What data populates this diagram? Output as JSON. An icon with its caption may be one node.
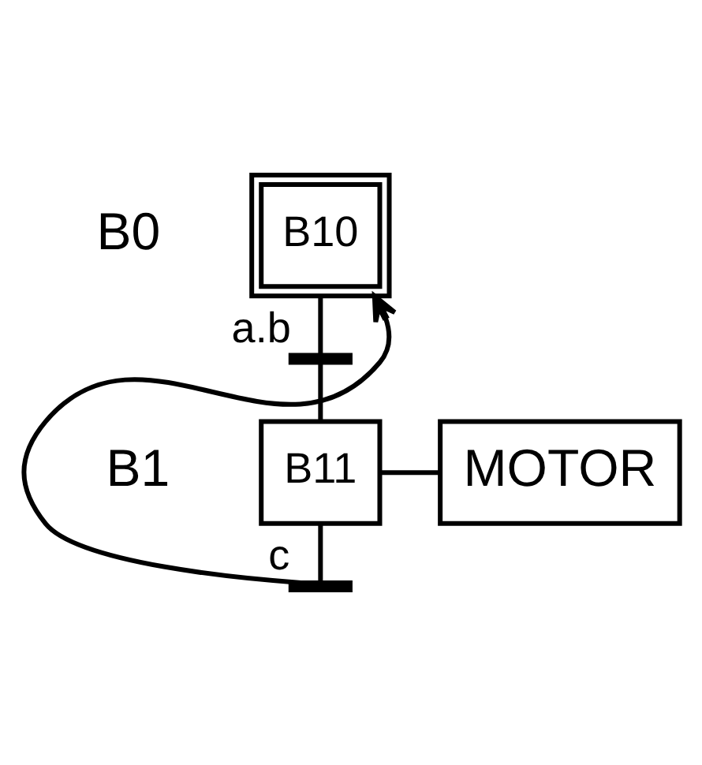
{
  "diagram": {
    "nodes": [
      {
        "text": [
          "B10"
        ]
      },
      {
        "text": [],
        "shape": "bar",
        "beside": [
          "a.b"
        ]
      },
      {
        "text": [
          "B11"
        ]
      },
      {
        "text": [
          "MOTOR"
        ]
      },
      {
        "text": [],
        "shape": "bar",
        "beside": [
          "c"
        ]
      }
    ],
    "edges": [
      {
        "from": 0,
        "to": 1,
        "arrow": "none"
      },
      {
        "from": 1,
        "to": 2,
        "arrow": "none"
      },
      {
        "from": 2,
        "to": 3,
        "arrow": "none"
      },
      {
        "from": 2,
        "to": 4,
        "arrow": "none"
      },
      {
        "from": 4,
        "to": 0,
        "arrow": "to"
      }
    ],
    "labels": [
      "B0",
      "B1"
    ]
  }
}
